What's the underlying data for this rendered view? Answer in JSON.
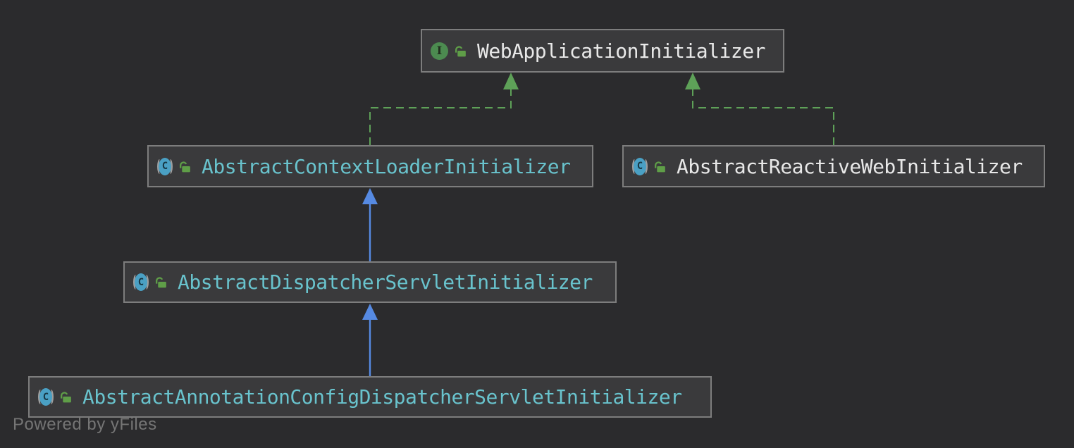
{
  "colors": {
    "background": "#2b2b2d",
    "node_fill": "#3a3a3c",
    "node_border": "#7d7d7d",
    "extends_edge_blue": "#568ae2",
    "implements_edge_green": "#5ea158",
    "interface_icon_green": "#4c8b50",
    "abstract_class_icon_blue": "#4aa0c4",
    "lock_icon_green": "#5f9e48",
    "label_cyan": "#69c3cd",
    "label_white": "#e8e8e8",
    "watermark_gray": "#757575"
  },
  "nodes": [
    {
      "label": "WebApplicationInitializer",
      "kind": "interface",
      "icon": "interface-icon",
      "icon_letter": "I",
      "modifier_icon": "unlocked-icon"
    },
    {
      "label": "AbstractContextLoaderInitializer",
      "kind": "abstract class",
      "icon": "abstract-class-icon",
      "icon_letter": "C",
      "modifier_icon": "unlocked-icon"
    },
    {
      "label": "AbstractReactiveWebInitializer",
      "kind": "abstract class",
      "icon": "abstract-class-icon",
      "icon_letter": "C",
      "modifier_icon": "unlocked-icon"
    },
    {
      "label": "AbstractDispatcherServletInitializer",
      "kind": "abstract class",
      "icon": "abstract-class-icon",
      "icon_letter": "C",
      "modifier_icon": "unlocked-icon"
    },
    {
      "label": "AbstractAnnotationConfigDispatcherServletInitializer",
      "kind": "abstract class",
      "icon": "abstract-class-icon",
      "icon_letter": "C",
      "modifier_icon": "unlocked-icon"
    }
  ],
  "edges": [
    {
      "from": "AbstractContextLoaderInitializer",
      "to": "WebApplicationInitializer",
      "relation": "implements",
      "line": "green-dashed"
    },
    {
      "from": "AbstractReactiveWebInitializer",
      "to": "WebApplicationInitializer",
      "relation": "implements",
      "line": "green-dashed"
    },
    {
      "from": "AbstractDispatcherServletInitializer",
      "to": "AbstractContextLoaderInitializer",
      "relation": "extends",
      "line": "blue-solid"
    },
    {
      "from": "AbstractAnnotationConfigDispatcherServletInitializer",
      "to": "AbstractDispatcherServletInitializer",
      "relation": "extends",
      "line": "blue-solid"
    }
  ],
  "watermark": {
    "text": "Powered by yFiles"
  }
}
